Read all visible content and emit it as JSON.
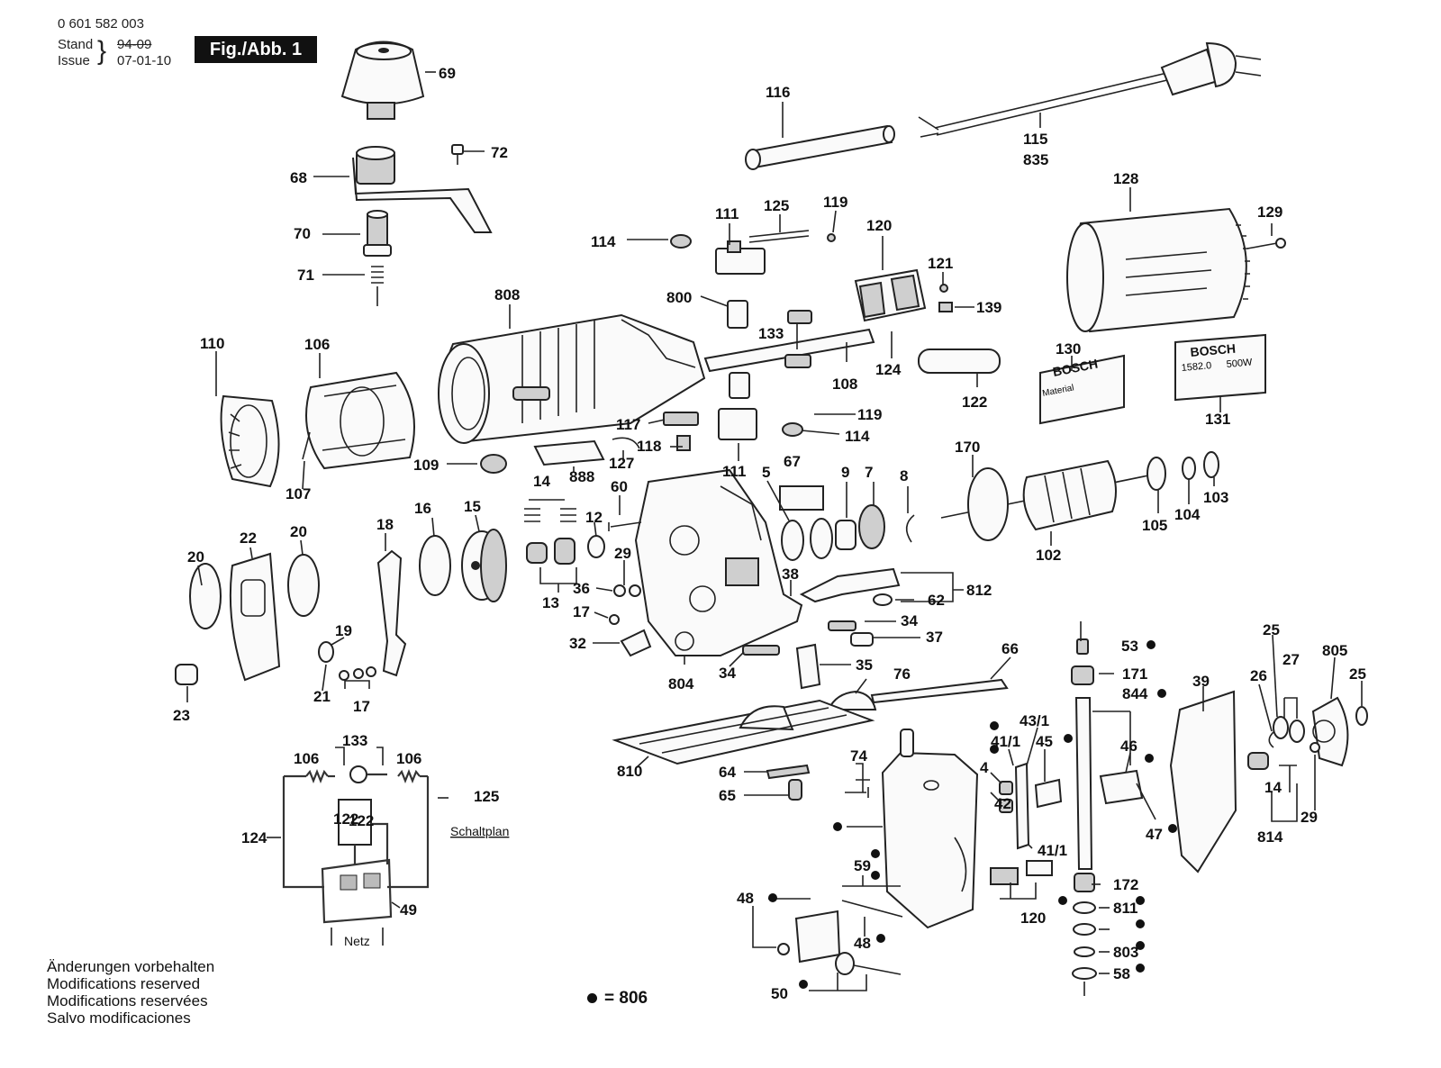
{
  "header": {
    "part_number": "0 601 582 003",
    "stand_label": "Stand",
    "stand_value": "94-09",
    "issue_label": "Issue",
    "issue_value": "07-01-10",
    "figure_badge": "Fig./Abb. 1"
  },
  "callouts": [
    "69",
    "72",
    "68",
    "70",
    "71",
    "116",
    "115",
    "835",
    "111",
    "125",
    "119",
    "114",
    "120",
    "128",
    "129",
    "121",
    "808",
    "800",
    "139",
    "133",
    "110",
    "106",
    "108",
    "124",
    "130",
    "122",
    "131",
    "117",
    "119",
    "114",
    "118",
    "109",
    "888",
    "127",
    "111",
    "107",
    "170",
    "14",
    "67",
    "9",
    "7",
    "8",
    "16",
    "15",
    "60",
    "5",
    "12",
    "20",
    "22",
    "20",
    "18",
    "105",
    "104",
    "103",
    "29",
    "102",
    "36",
    "38",
    "13",
    "812",
    "62",
    "17",
    "34",
    "32",
    "37",
    "19",
    "66",
    "53",
    "171",
    "804",
    "34",
    "35",
    "76",
    "21",
    "17",
    "23",
    "39",
    "25",
    "805",
    "26",
    "27",
    "25",
    "844",
    "43/1",
    "41/1",
    "45",
    "46",
    "133",
    "106",
    "106",
    "810",
    "74",
    "64",
    "65",
    "4",
    "42",
    "125",
    "14",
    "122",
    "29",
    "47",
    "814",
    "124",
    "41/1",
    "59",
    "172",
    "48",
    "811",
    "49",
    "120",
    "803",
    "48",
    "58",
    "50",
    "811"
  ],
  "schematic": {
    "label": "Schaltplan",
    "mains": "Netz",
    "box": "122"
  },
  "plates": {
    "plate_130_brand": "BOSCH",
    "plate_130_text": "Material",
    "plate_131_brand": "BOSCH",
    "plate_131_model": "1582.0",
    "plate_131_power": "500W"
  },
  "notes": [
    "Änderungen vorbehalten",
    "Modifications reserved",
    "Modifications reservées",
    "Salvo modificaciones"
  ],
  "legend": {
    "text": "= 806"
  }
}
